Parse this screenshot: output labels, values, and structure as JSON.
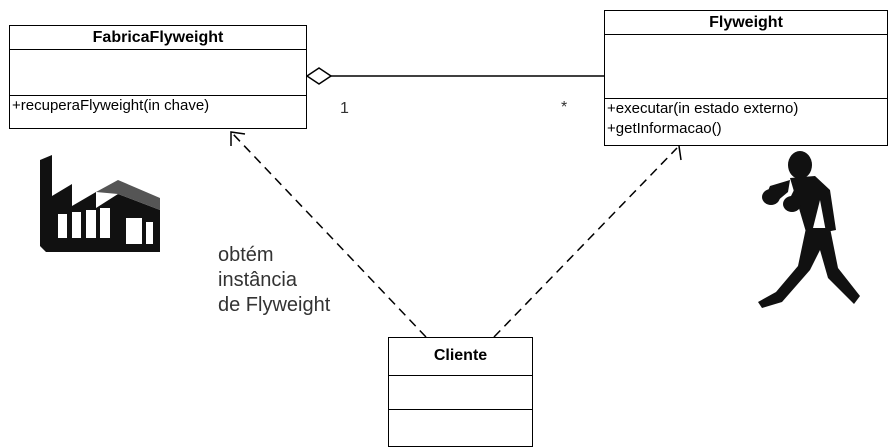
{
  "classes": {
    "fabrica": {
      "name": "FabricaFlyweight",
      "operations": [
        "+recuperaFlyweight(in chave)"
      ]
    },
    "flyweight": {
      "name": "Flyweight",
      "operations": [
        "+executar(in estado externo)",
        "+getInformacao()"
      ]
    },
    "cliente": {
      "name": "Cliente"
    }
  },
  "association": {
    "fabrica_multiplicity": "1",
    "flyweight_multiplicity": "*"
  },
  "dependency_note": {
    "line1": "obtém",
    "line2": "instância",
    "line3": "de Flyweight"
  },
  "icons": {
    "factory": "factory-icon",
    "boxer": "boxer-silhouette-icon"
  }
}
